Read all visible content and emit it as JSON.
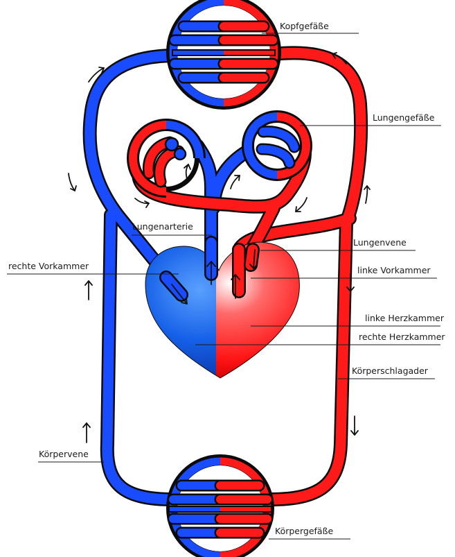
{
  "colors": {
    "venous_blue": "#1a4cff",
    "arterial_red": "#ff1a1a",
    "outline": "#0b0b0b"
  },
  "labels": {
    "kopfgefaesse": "Kopfgefäße",
    "lungengefaesse": "Lungengefäße",
    "lungenarterie": "Lungenarterie",
    "lungenvene": "Lungenvene",
    "rechte_vorkammer": "rechte Vorkammer",
    "linke_vorkammer": "linke Vorkammer",
    "linke_herzkammer": "linke Herzkammer",
    "rechte_herzkammer": "rechte Herzkammer",
    "koerperschlagader": "Körperschlagader",
    "koerpervene": "Körpervene",
    "koerpergefaesse": "Körpergefäße"
  },
  "icons": [
    "flow-arrow-icon"
  ]
}
